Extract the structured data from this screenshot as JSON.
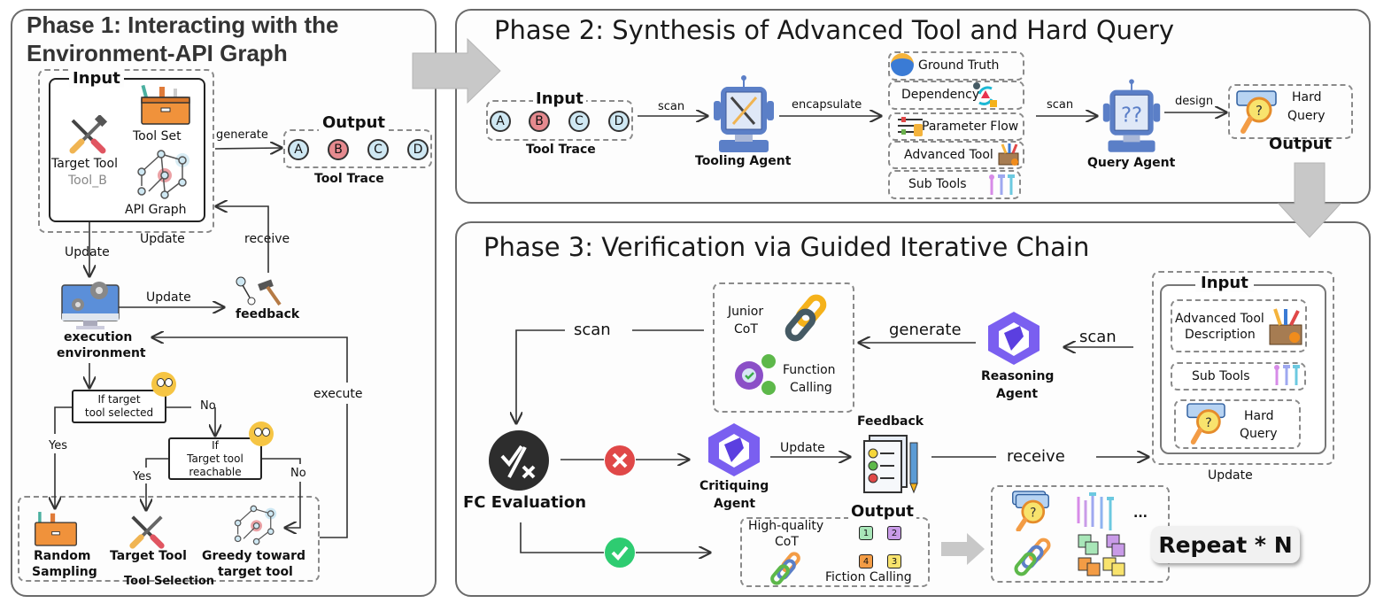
{
  "phase1": {
    "title_line1": "Phase 1: Interacting with the",
    "title_line2": "Environment-API Graph",
    "input_label": "Input",
    "tool_set": "Tool Set",
    "target_tool": "Target Tool",
    "target_tool_value": "Tool_B",
    "api_graph": "API Graph",
    "generate": "generate",
    "output_label": "Output",
    "trace_nodes": [
      "A",
      "B",
      "C",
      "D"
    ],
    "tool_trace": "Tool Trace",
    "update_below_input": "Update",
    "receive": "receive",
    "update_down": "Update",
    "update_right": "Update",
    "feedback": "feedback",
    "execution_environment_1": "execution",
    "execution_environment_2": "environment",
    "execute": "execute",
    "decision1_line1": "If target",
    "decision1_line2": "tool selected",
    "decision1_no": "No",
    "decision1_yes": "Yes",
    "decision2_line1": "If",
    "decision2_line2": "Target tool",
    "decision2_line3": "reachable",
    "decision2_yes": "Yes",
    "decision2_no": "No",
    "random_sampling_1": "Random",
    "random_sampling_2": "Sampling",
    "target_tool_choice": "Target Tool",
    "greedy_1": "Greedy toward",
    "greedy_2": "target tool",
    "tool_selection": "Tool Selection"
  },
  "phase2": {
    "title": "Phase 2: Synthesis of Advanced Tool and Hard Query",
    "input_label": "Input",
    "trace_nodes": [
      "A",
      "B",
      "C",
      "D"
    ],
    "tool_trace": "Tool Trace",
    "scan1": "scan",
    "tooling_agent": "Tooling Agent",
    "encapsulate": "encapsulate",
    "components": [
      "Ground Truth",
      "Dependency",
      "Parameter Flow",
      "Advanced Tool",
      "Sub Tools"
    ],
    "scan2": "scan",
    "query_agent": "Query Agent",
    "design": "design",
    "hard_query_1": "Hard",
    "hard_query_2": "Query",
    "output_label": "Output"
  },
  "phase3": {
    "title": "Phase 3: Verification via Guided Iterative Chain",
    "scan_left": "scan",
    "junior_cot_1": "Junior",
    "junior_cot_2": "CoT",
    "function_calling_1": "Function",
    "function_calling_2": "Calling",
    "generate": "generate",
    "reasoning_agent_1": "Reasoning",
    "reasoning_agent_2": "Agent",
    "scan_right": "scan",
    "input_label": "Input",
    "adv_tool_desc_1": "Advanced Tool",
    "adv_tool_desc_2": "Description",
    "sub_tools": "Sub Tools",
    "hard_query_1": "Hard",
    "hard_query_2": "Query",
    "update_under_input": "Update",
    "fc_evaluation": "FC Evaluation",
    "critiquing_agent_1": "Critiquing",
    "critiquing_agent_2": "Agent",
    "update": "Update",
    "feedback": "Feedback",
    "receive": "receive",
    "output_label": "Output",
    "high_quality_cot_1": "High-quality",
    "high_quality_cot_2": "CoT",
    "fiction_calling": "Fiction Calling",
    "fc_steps": [
      "1",
      "2",
      "3",
      "4"
    ],
    "ellipsis": "...",
    "repeat": "Repeat * N"
  },
  "colors": {
    "node_blue": "#cfe8f3",
    "node_red": "#e68a8f",
    "agent_blue": "#5b7fc7",
    "agent_purple": "#6a4de8",
    "fail_red": "#e04848",
    "pass_green": "#2ecc71",
    "arrow_grey": "#c8c8c8"
  }
}
